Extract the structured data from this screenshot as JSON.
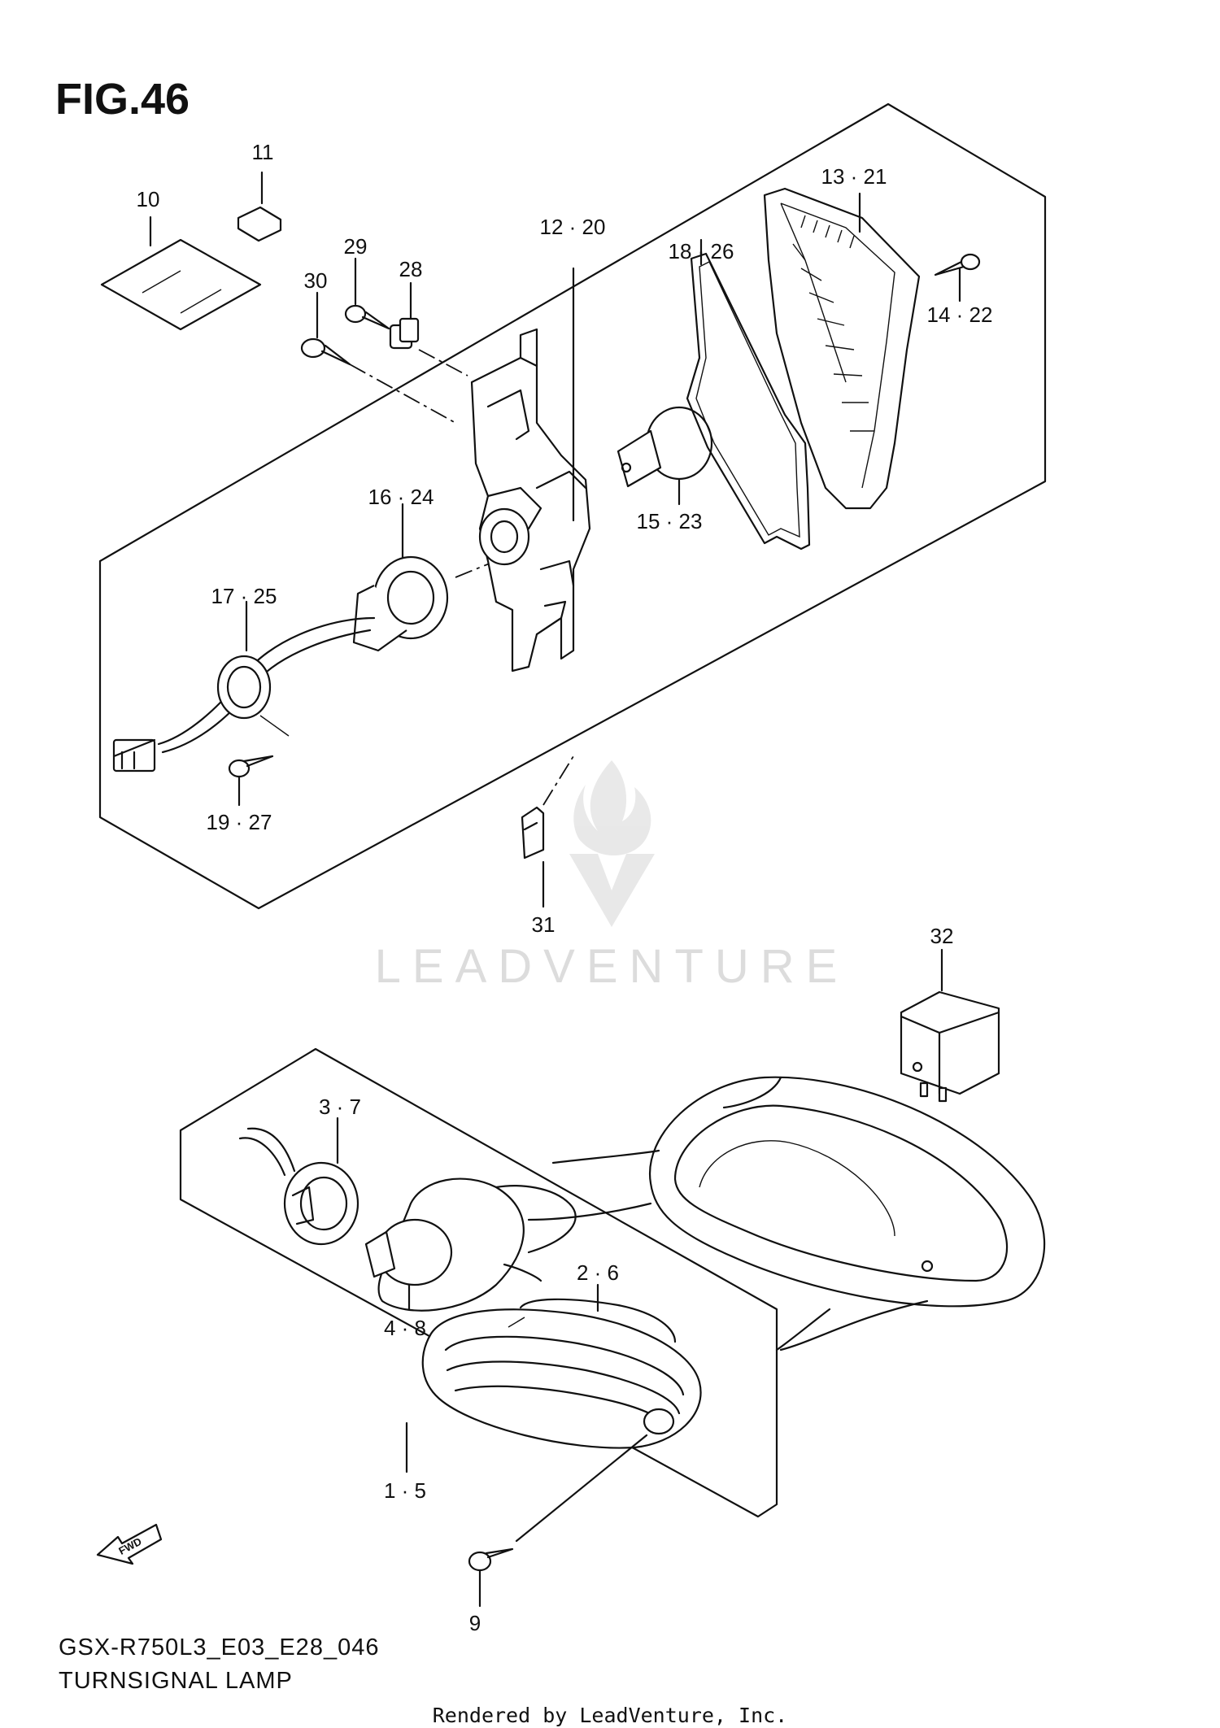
{
  "figure": {
    "title": "FIG.46",
    "model_code": "GSX-R750L3_E03_E28_046",
    "caption": "TURNSIGNAL LAMP",
    "footer": "Rendered by LeadVenture, Inc.",
    "watermark": "LEADVENTURE",
    "fwd_label": "FWD"
  },
  "callouts": {
    "c1_5": "1 · 5",
    "c2_6": "2 · 6",
    "c3_7": "3 · 7",
    "c4_8": "4 · 8",
    "c9": "9",
    "c10": "10",
    "c11": "11",
    "c12_20": "12 · 20",
    "c13_21": "13 · 21",
    "c14_22": "14 · 22",
    "c15_23": "15 · 23",
    "c16_24": "16 · 24",
    "c17_25": "17 · 25",
    "c18_26": "18 · 26",
    "c19_27": "19 · 27",
    "c28": "28",
    "c29": "29",
    "c30": "30",
    "c31": "31",
    "c32": "32"
  }
}
